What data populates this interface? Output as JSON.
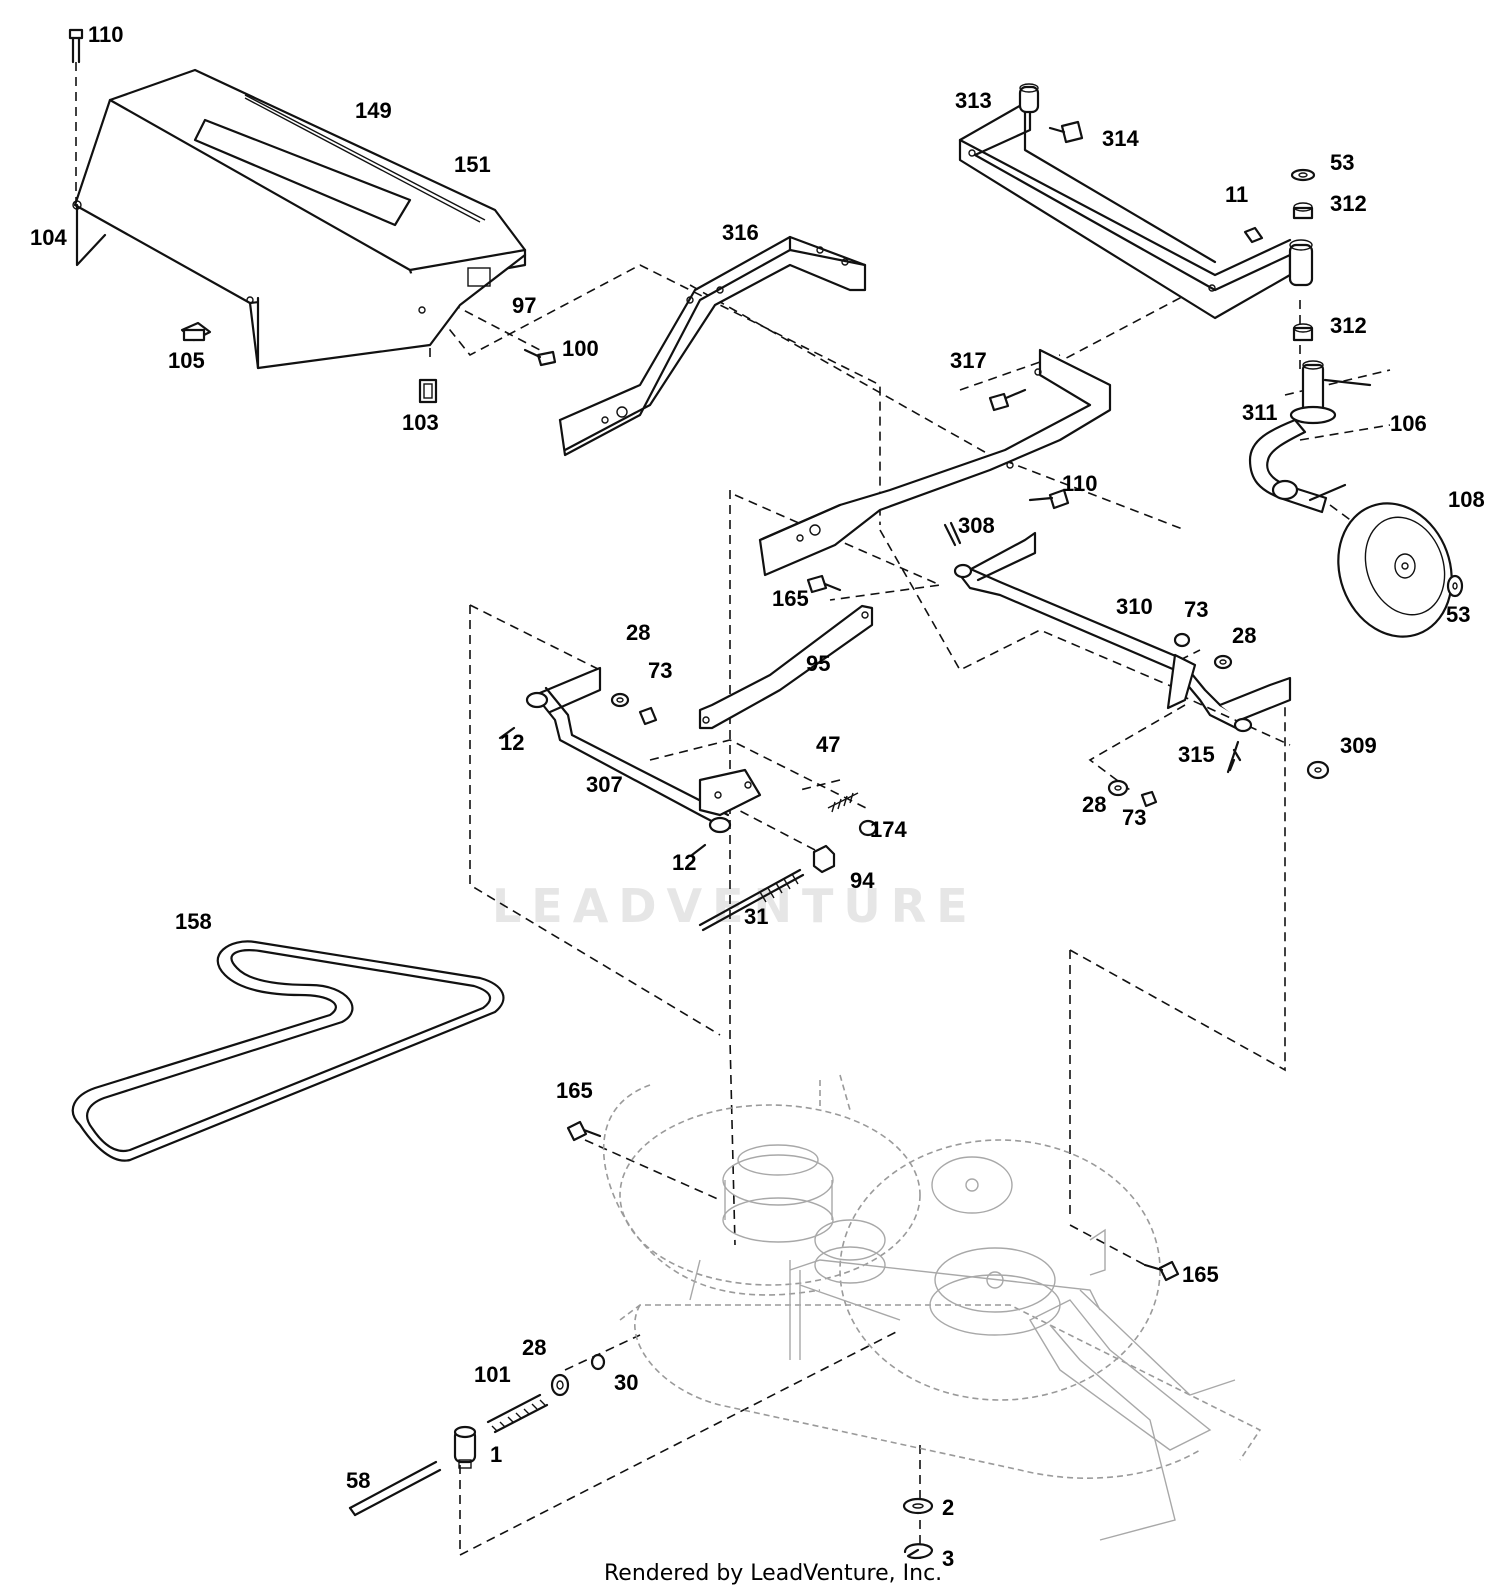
{
  "footer": "Rendered by LeadVenture, Inc.",
  "watermark": "LEADVENTURE",
  "callouts": {
    "c110a": "110",
    "c149": "149",
    "c151": "151",
    "c104": "104",
    "c105": "105",
    "c97": "97",
    "c100": "100",
    "c103": "103",
    "c316": "316",
    "c313": "313",
    "c314": "314",
    "c53a": "53",
    "c11": "11",
    "c312a": "312",
    "c312b": "312",
    "c317": "317",
    "c311": "311",
    "c106": "106",
    "c110b": "110",
    "c108": "108",
    "c308": "308",
    "c53b": "53",
    "c165a": "165",
    "c310": "310",
    "c73a": "73",
    "c28a": "28",
    "c28b": "28",
    "c73b": "73",
    "c95": "95",
    "c12a": "12",
    "c307": "307",
    "c47": "47",
    "c315": "315",
    "c309": "309",
    "c28c": "28",
    "c73c": "73",
    "c174": "174",
    "c12b": "12",
    "c94": "94",
    "c31": "31",
    "c158": "158",
    "c165b": "165",
    "c165c": "165",
    "c28d": "28",
    "c101": "101",
    "c30": "30",
    "c1": "1",
    "c58": "58",
    "c2": "2",
    "c3": "3"
  }
}
